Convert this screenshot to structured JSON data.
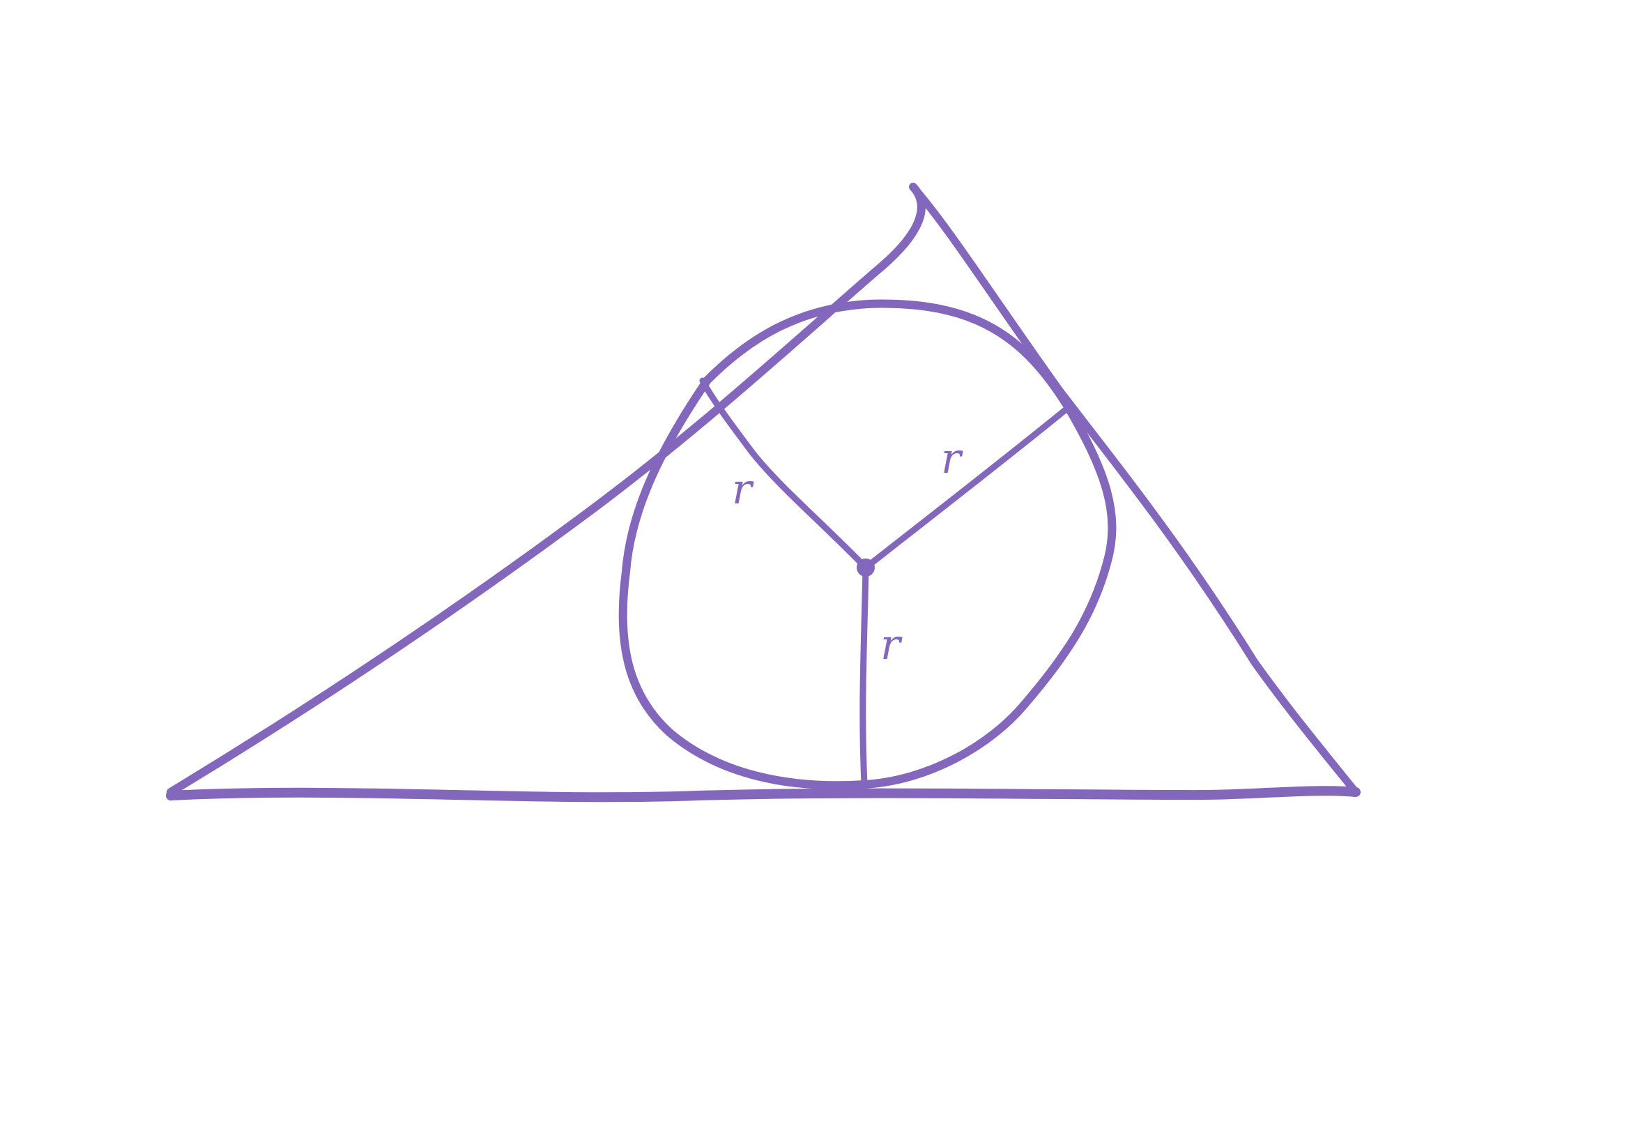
{
  "diagram": {
    "ink_color": "#8367BD",
    "background_color": "#FFFFFF",
    "radius_labels": [
      "r",
      "r",
      "r"
    ]
  }
}
